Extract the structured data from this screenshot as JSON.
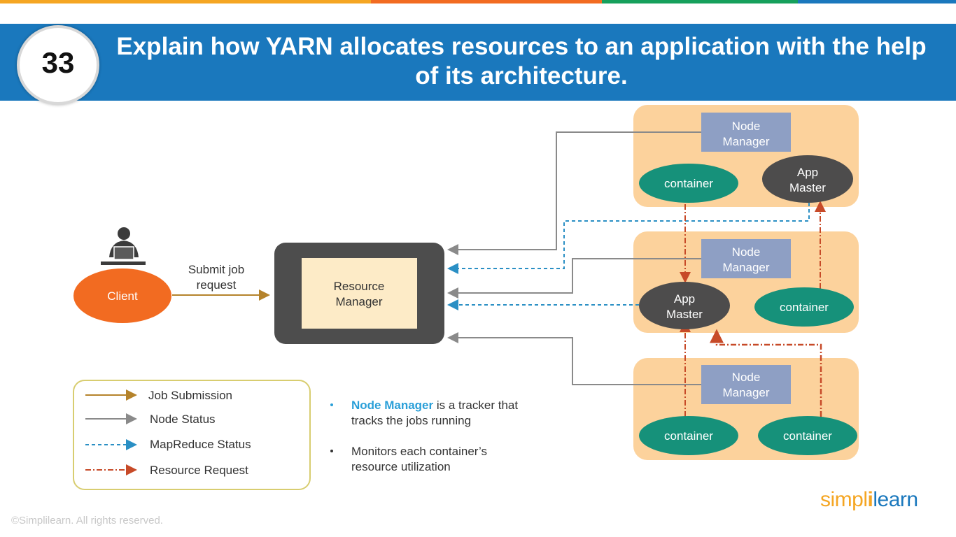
{
  "slide_number": "33",
  "title": "Explain how YARN allocates resources to an application with the help of its architecture.",
  "colors": {
    "header_blue": "#1a78bd",
    "client_orange": "#f26b21",
    "node_panel": "#fcd29c",
    "node_manager_box": "#8e9fc4",
    "container_green": "#16917a",
    "app_master_dark": "#4d4c4c",
    "job_submission": "#b5832b",
    "node_status": "#8a8a8a",
    "mapreduce_status": "#2a8fc4",
    "resource_request": "#c74a28"
  },
  "client": {
    "label": "Client"
  },
  "submit_label": {
    "line1": "Submit job",
    "line2": "request"
  },
  "resource_manager": {
    "line1": "Resource",
    "line2": "Manager"
  },
  "nodes": {
    "node1": {
      "nm1": "Node",
      "nm2": "Manager",
      "container": "container",
      "am1": "App",
      "am2": "Master"
    },
    "node2": {
      "nm1": "Node",
      "nm2": "Manager",
      "am1": "App",
      "am2": "Master",
      "container": "container"
    },
    "node3": {
      "nm1": "Node",
      "nm2": "Manager",
      "container_a": "container",
      "container_b": "container"
    }
  },
  "legend": {
    "job_submission": "Job Submission",
    "node_status": "Node Status",
    "mapreduce_status": "MapReduce Status",
    "resource_request": "Resource Request"
  },
  "notes": {
    "bullet1_highlight": "Node Manager",
    "bullet1_rest": " is a tracker that",
    "bullet1_line2": "tracks the jobs running",
    "bullet2_line1": "Monitors each container’s",
    "bullet2_line2": "resource utilization"
  },
  "copyright": "©Simplilearn. All rights reserved.",
  "logo": {
    "part1": "simpl",
    "bar": "i",
    "part2": "learn"
  }
}
